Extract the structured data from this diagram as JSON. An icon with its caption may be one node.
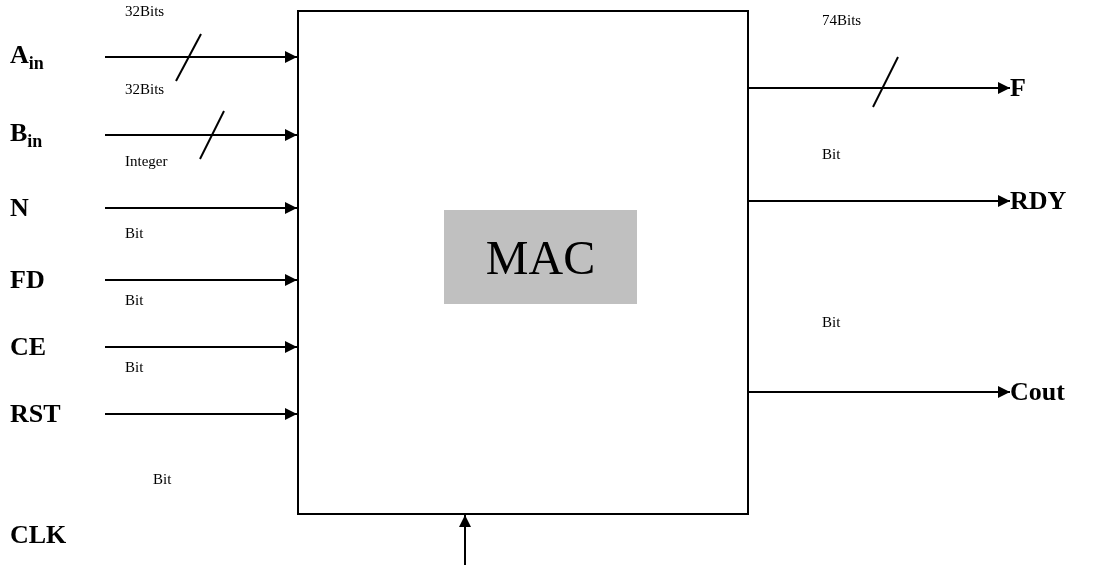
{
  "diagram": {
    "nodes": [
      {
        "text": [],
        "shape": "box"
      },
      {
        "text": [
          "MAC"
        ],
        "in": 0
      },
      {
        "text": [
          "A$_{in}$"
        ]
      },
      {
        "text": [
          "B$_{in}$"
        ]
      },
      {
        "text": [
          "N"
        ]
      },
      {
        "text": [
          "FD"
        ]
      },
      {
        "text": [
          "CE"
        ]
      },
      {
        "text": [
          "RST"
        ]
      },
      {
        "text": [
          "F"
        ]
      },
      {
        "text": [
          "RDY"
        ]
      },
      {
        "text": [
          "Cout"
        ]
      }
    ],
    "edges": [
      {
        "from": 2,
        "to": 0,
        "arrow": "to",
        "label": "32Bits"
      },
      {
        "from": 3,
        "to": 0,
        "arrow": "to",
        "label": "32Bits"
      },
      {
        "from": 4,
        "to": 0,
        "arrow": "to",
        "label": "Integer"
      },
      {
        "from": 5,
        "to": 0,
        "arrow": "to",
        "label": "Bit"
      },
      {
        "from": 6,
        "to": 0,
        "arrow": "to",
        "label": "Bit"
      },
      {
        "from": 7,
        "to": 0,
        "arrow": "to",
        "label": "Bit"
      },
      {
        "from": 0,
        "to": 8,
        "arrow": "to",
        "label": "74Bits"
      },
      {
        "from": 0,
        "to": 9,
        "arrow": "to",
        "label": "Bit"
      },
      {
        "from": 0,
        "to": 10,
        "arrow": "to",
        "label": "Bit"
      },
      {
        "from": null,
        "to": 0,
        "arrow": "to"
      }
    ],
    "labels": [
      "Bit",
      "CLK"
    ]
  }
}
